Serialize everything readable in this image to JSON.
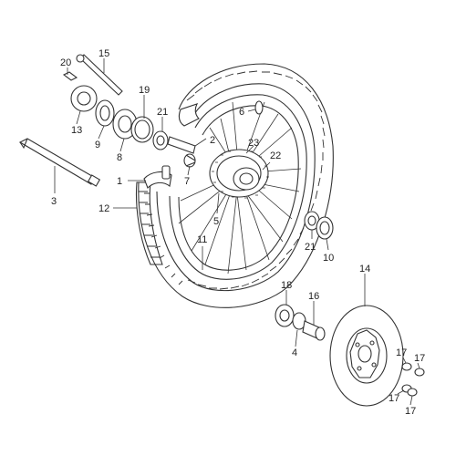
{
  "diagram": {
    "callouts": [
      {
        "id": "c20",
        "text": "20"
      },
      {
        "id": "c15",
        "text": "15"
      },
      {
        "id": "c19",
        "text": "19"
      },
      {
        "id": "c13",
        "text": "13"
      },
      {
        "id": "c9",
        "text": "9"
      },
      {
        "id": "c8",
        "text": "8"
      },
      {
        "id": "c21a",
        "text": "21"
      },
      {
        "id": "c6",
        "text": "6"
      },
      {
        "id": "c2",
        "text": "2"
      },
      {
        "id": "c23",
        "text": "23"
      },
      {
        "id": "c22",
        "text": "22"
      },
      {
        "id": "c7",
        "text": "7"
      },
      {
        "id": "c1",
        "text": "1"
      },
      {
        "id": "c3",
        "text": "3"
      },
      {
        "id": "c12",
        "text": "12"
      },
      {
        "id": "c5",
        "text": "5"
      },
      {
        "id": "c11",
        "text": "11"
      },
      {
        "id": "c21b",
        "text": "21"
      },
      {
        "id": "c10",
        "text": "10"
      },
      {
        "id": "c14",
        "text": "14"
      },
      {
        "id": "c18",
        "text": "18"
      },
      {
        "id": "c16",
        "text": "16"
      },
      {
        "id": "c4",
        "text": "4"
      },
      {
        "id": "c17a",
        "text": "17"
      },
      {
        "id": "c17b",
        "text": "17"
      },
      {
        "id": "c17c",
        "text": "17"
      },
      {
        "id": "c17d",
        "text": "17"
      }
    ]
  }
}
